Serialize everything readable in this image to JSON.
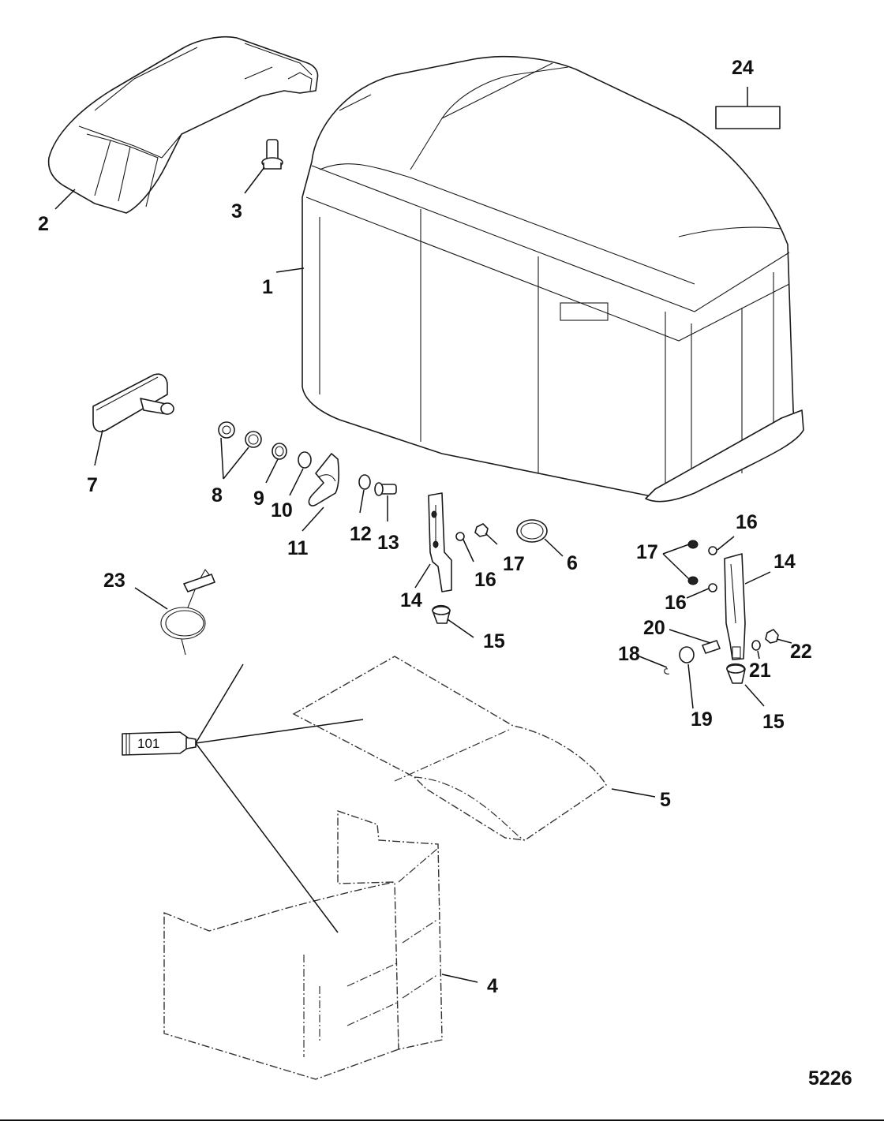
{
  "diagram": {
    "figure_number": "5226",
    "labels": {
      "l1": "1",
      "l2": "2",
      "l3": "3",
      "l4": "4",
      "l5": "5",
      "l6": "6",
      "l7": "7",
      "l8": "8",
      "l9": "9",
      "l10": "10",
      "l11": "11",
      "l12": "12",
      "l13": "13",
      "l14a": "14",
      "l14b": "14",
      "l15a": "15",
      "l15b": "15",
      "l16a": "16",
      "l16b": "16",
      "l16c": "16",
      "l17a": "17",
      "l17b": "17",
      "l18": "18",
      "l19": "19",
      "l20": "20",
      "l21": "21",
      "l22": "22",
      "l23": "23",
      "l24": "24"
    },
    "tube_label": "101"
  }
}
